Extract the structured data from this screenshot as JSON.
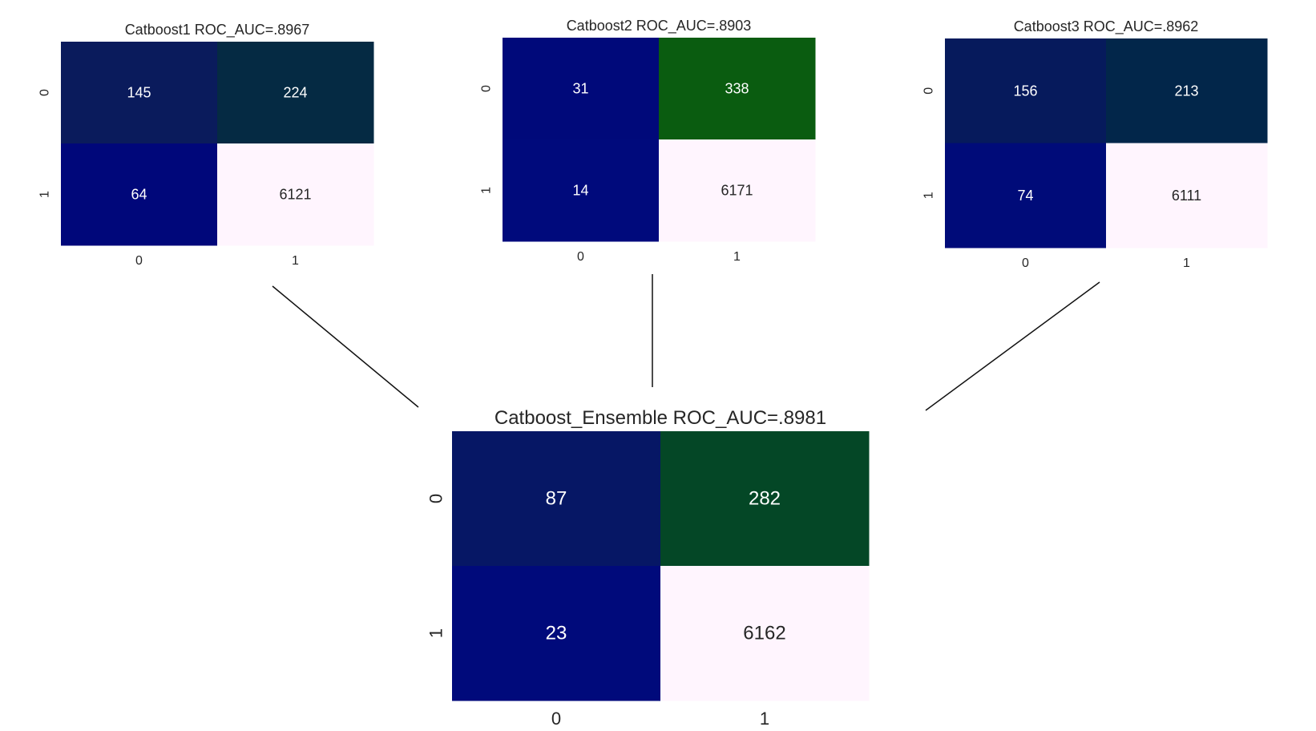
{
  "chart_data": [
    {
      "type": "heatmap",
      "title": "Catboost1 ROC_AUC=.8967",
      "row_labels": [
        "0",
        "1"
      ],
      "col_labels": [
        "0",
        "1"
      ],
      "values": [
        [
          145,
          224
        ],
        [
          64,
          6121
        ]
      ],
      "colors": [
        [
          "#0a1b5c",
          "#052a43"
        ],
        [
          "#00077a",
          "#fff5fe"
        ]
      ]
    },
    {
      "type": "heatmap",
      "title": "Catboost2 ROC_AUC=.8903",
      "row_labels": [
        "0",
        "1"
      ],
      "col_labels": [
        "0",
        "1"
      ],
      "values": [
        [
          31,
          338
        ],
        [
          14,
          6171
        ]
      ],
      "colors": [
        [
          "#00097a",
          "#0a5c10"
        ],
        [
          "#000a7c",
          "#fff5fe"
        ]
      ]
    },
    {
      "type": "heatmap",
      "title": "Catboost3 ROC_AUC=.8962",
      "row_labels": [
        "0",
        "1"
      ],
      "col_labels": [
        "0",
        "1"
      ],
      "values": [
        [
          156,
          213
        ],
        [
          74,
          6111
        ]
      ],
      "colors": [
        [
          "#061a5c",
          "#02264a"
        ],
        [
          "#000b79",
          "#fff5fe"
        ]
      ]
    },
    {
      "type": "heatmap",
      "title": "Catboost_Ensemble ROC_AUC=.8981",
      "row_labels": [
        "0",
        "1"
      ],
      "col_labels": [
        "0",
        "1"
      ],
      "values": [
        [
          87,
          282
        ],
        [
          23,
          6162
        ]
      ],
      "colors": [
        [
          "#061765",
          "#044726"
        ],
        [
          "#000a7b",
          "#fff5fe"
        ]
      ]
    }
  ]
}
